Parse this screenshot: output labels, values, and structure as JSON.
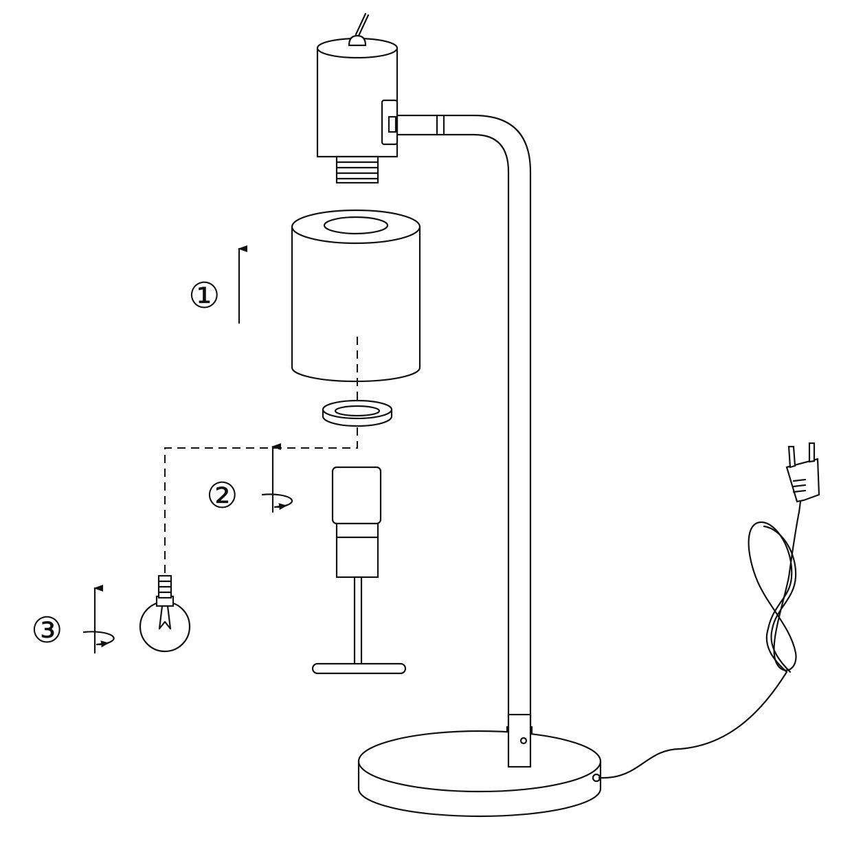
{
  "steps": [
    {
      "label": "①",
      "action": "arrow-up"
    },
    {
      "label": "②",
      "action": "arrow-up-rotate"
    },
    {
      "label": "③",
      "action": "arrow-up-rotate"
    }
  ],
  "colors": {
    "line": "#111111",
    "background": "#ffffff"
  }
}
